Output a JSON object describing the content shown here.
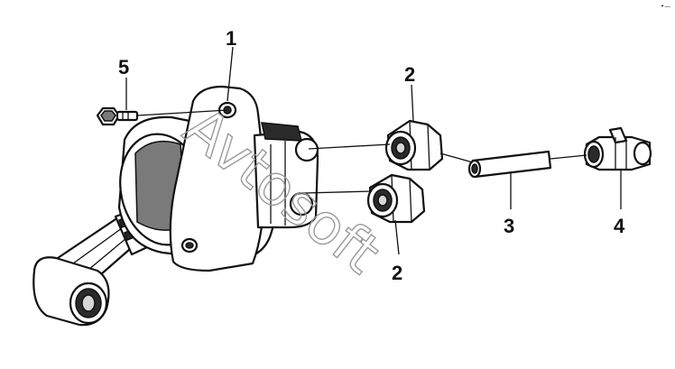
{
  "callouts": {
    "c1": "1",
    "c2a": "2",
    "c2b": "2",
    "c3": "3",
    "c4": "4",
    "c5": "5"
  },
  "corner_mark": "•—",
  "watermark": "Avtosoft",
  "colors": {
    "line": "#111111",
    "shade_dark": "#2a2a2a",
    "shade_mid": "#7a7a7a",
    "shade_light": "#d6d6d6",
    "watermark": "#9a9a9a"
  }
}
